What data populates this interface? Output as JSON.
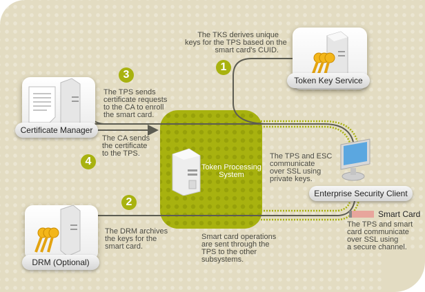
{
  "diagram": {
    "title": "Token Processing System interactions",
    "nodes": {
      "tks": {
        "label": "Token Key Service",
        "icon": "server-keys-icon"
      },
      "ca": {
        "label": "Certificate Manager",
        "icon": "server-certificate-icon"
      },
      "tps": {
        "label": "Token Processing\nSystem",
        "icon": "server-icon"
      },
      "esc": {
        "label": "Enterprise Security Client",
        "icon": "monitor-icon"
      },
      "drm": {
        "label": "DRM (Optional)",
        "icon": "server-keys-icon"
      },
      "smartcard": {
        "label": "Smart Card",
        "icon": "smart-card-icon"
      }
    },
    "steps": [
      {
        "number": "1",
        "text": "The TKS derives unique\nkeys for the TPS based on the\nsmart card's CUID."
      },
      {
        "number": "2",
        "text": "The DRM archives\nthe keys for the\nsmart card."
      },
      {
        "number": "3",
        "text": "The TPS sends\ncertificate requests\nto the CA to enroll\nthe smart card."
      },
      {
        "number": "4",
        "text": "The CA sends\nthe certificate\nto the TPS."
      }
    ],
    "notes": {
      "esc": "The TPS and ESC\ncommunicate\nover SSL using\nprivate keys.",
      "smartcard": "The TPS and smart\ncard communicate\nover SSL using\na secure channel.",
      "operations": "Smart card operations\nare sent through the\nTPS to the other\nsubsystems."
    },
    "colors": {
      "accent": "#a8b20f",
      "background": "#e3dcc2",
      "arrow": "#5c5c52",
      "text": "#4a4a42"
    }
  }
}
